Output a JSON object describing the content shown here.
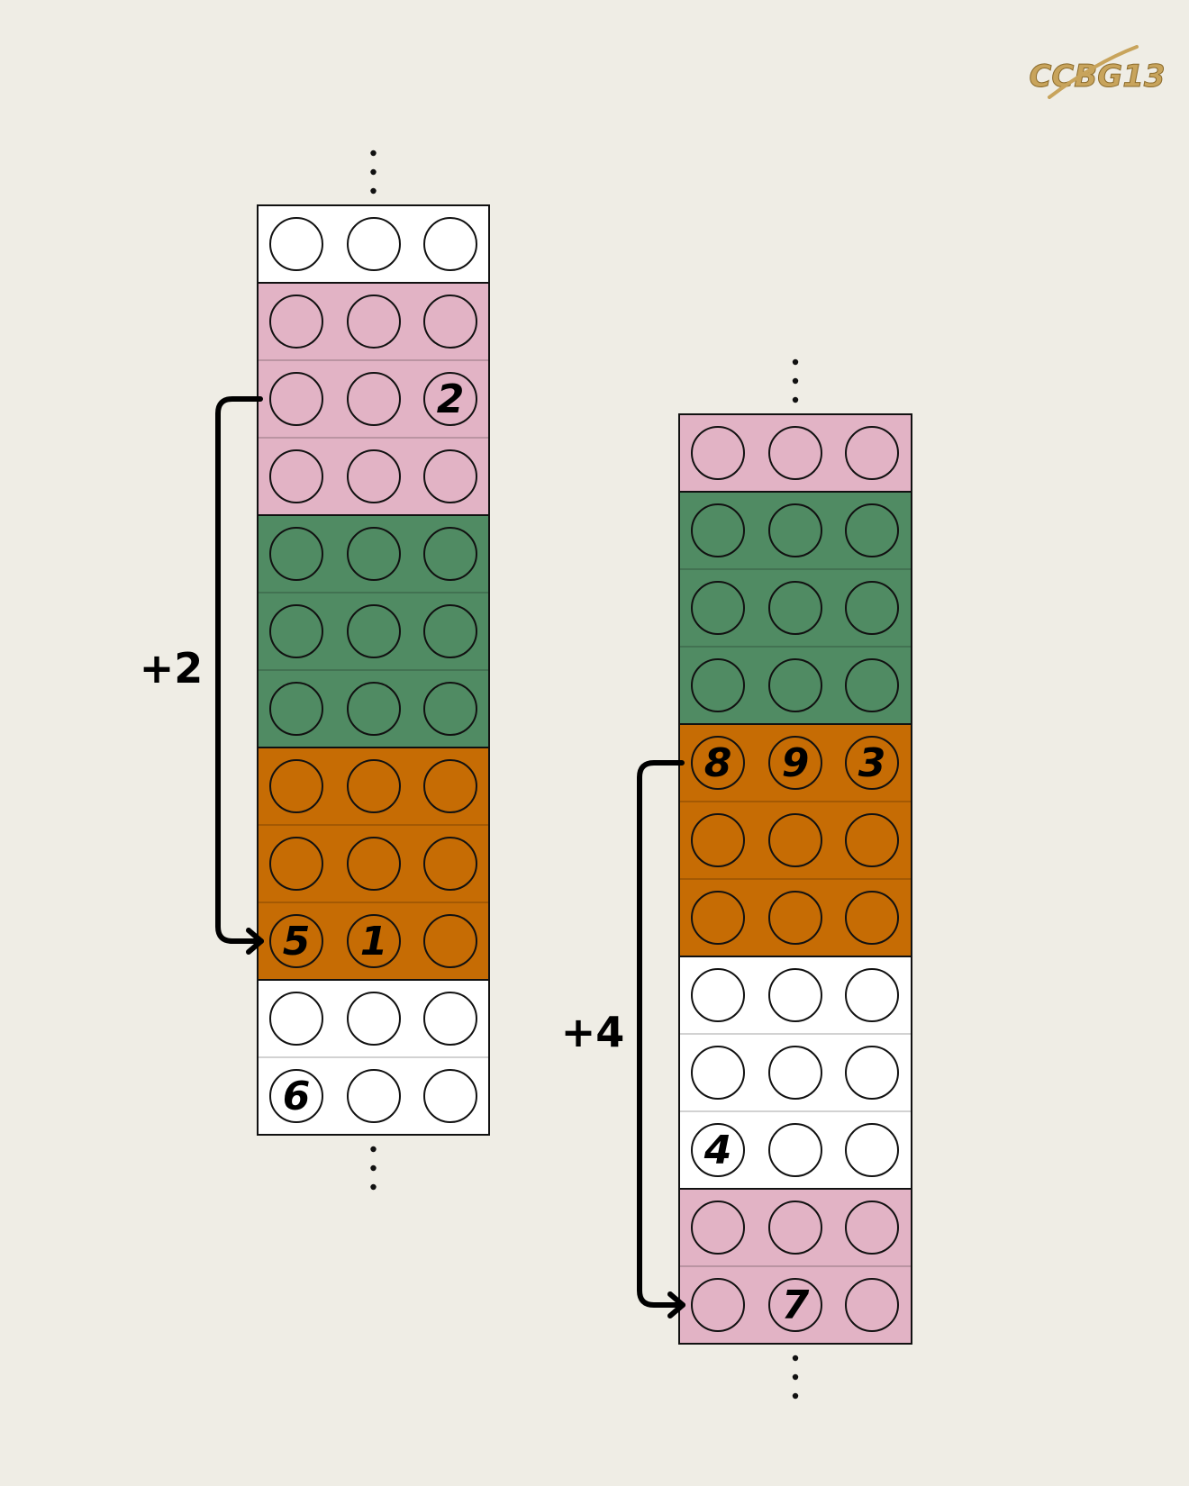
{
  "logo": {
    "text": "CCBG13"
  },
  "colors": {
    "background": "#efede5",
    "white": "#ffffff",
    "pink": "#e2b3c5",
    "green": "#508b63",
    "orange": "#c66c04",
    "outline": "#111111",
    "logo": "#c8a45c"
  },
  "columns": [
    {
      "id": "left",
      "rows": [
        "white",
        "pink",
        "pink",
        "pink",
        "green",
        "green",
        "green",
        "orange",
        "orange",
        "orange",
        "white",
        "white"
      ],
      "labels": [
        {
          "row": 2,
          "col": 2,
          "text": "2"
        },
        {
          "row": 9,
          "col": 0,
          "text": "5"
        },
        {
          "row": 9,
          "col": 1,
          "text": "1"
        },
        {
          "row": 11,
          "col": 0,
          "text": "6"
        }
      ],
      "jump": {
        "label": "+2",
        "from_row": 2,
        "to_row": 9
      }
    },
    {
      "id": "right",
      "rows": [
        "pink",
        "green",
        "green",
        "green",
        "orange",
        "orange",
        "orange",
        "white",
        "white",
        "white",
        "pink",
        "pink"
      ],
      "labels": [
        {
          "row": 4,
          "col": 0,
          "text": "8"
        },
        {
          "row": 4,
          "col": 1,
          "text": "9"
        },
        {
          "row": 4,
          "col": 2,
          "text": "3"
        },
        {
          "row": 9,
          "col": 0,
          "text": "4"
        },
        {
          "row": 11,
          "col": 1,
          "text": "7"
        }
      ],
      "jump": {
        "label": "+4",
        "from_row": 4,
        "to_row": 11
      }
    }
  ]
}
